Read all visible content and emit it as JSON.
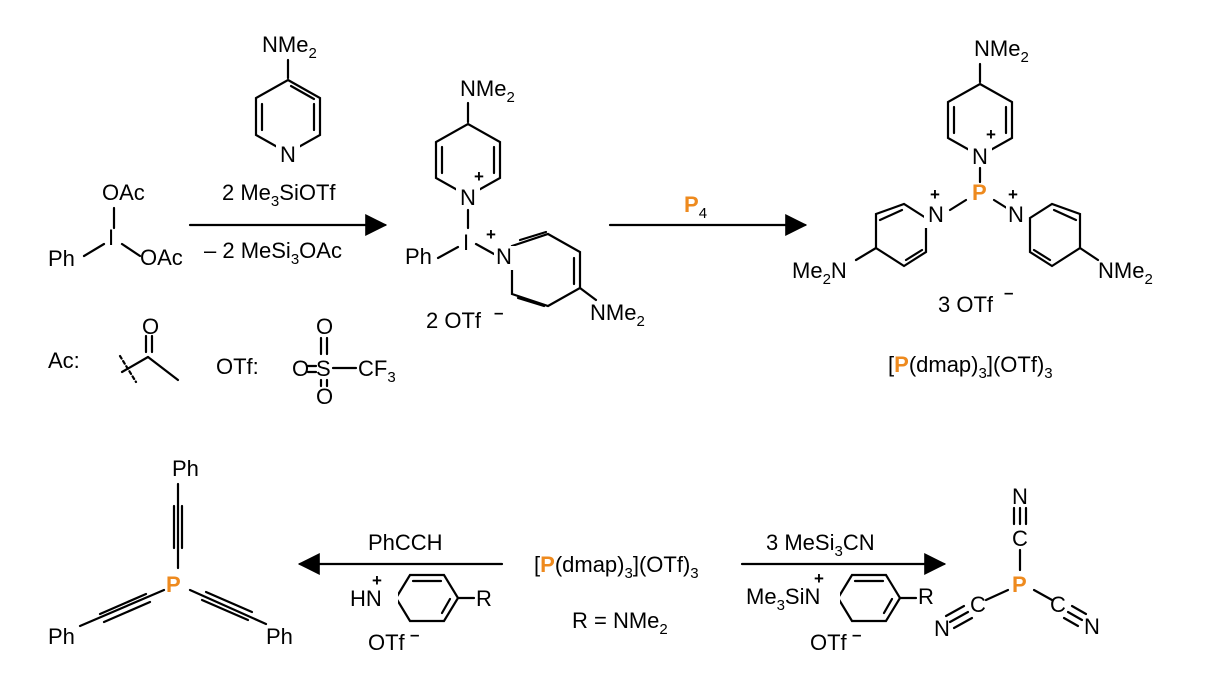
{
  "colors": {
    "phosphorus": "#ee8a1e",
    "ink": "#000000"
  },
  "groups": {
    "nme2": "NMe",
    "me2n": "Me",
    "sub2": "2",
    "sub3": "3",
    "sub4": "4",
    "N": "N",
    "Nplus": "+",
    "I": "I",
    "P": "P",
    "Ph": "Ph",
    "OAc": "OAc",
    "plus": "+",
    "minus": "–"
  },
  "reagents": {
    "step1_above_count": "2 Me",
    "step1_above_rest": "SiOTf",
    "step1_below_a": "– 2 MeSi",
    "step1_below_b": "OAc",
    "step2_above": "P",
    "step3_above": "PhCCH",
    "step4_above_a": "3 MeSi",
    "step4_above_b": "CN",
    "hn": "HN",
    "me3si_a": "Me",
    "me3si_b": "Si",
    "R": "R",
    "otf_minus": "OTf"
  },
  "labels": {
    "counter_2otf": "2 OTf",
    "counter_3otf": "3 OTf",
    "product_name_a": "[",
    "product_name_b": "(dmap)",
    "product_name_c": "](OTf)",
    "r_definition": "R = NMe",
    "ac_label": "Ac:",
    "otf_label": "OTf:",
    "O": "O",
    "S": "S",
    "CF3": "CF",
    "C": "C",
    "triple_N": "N"
  }
}
